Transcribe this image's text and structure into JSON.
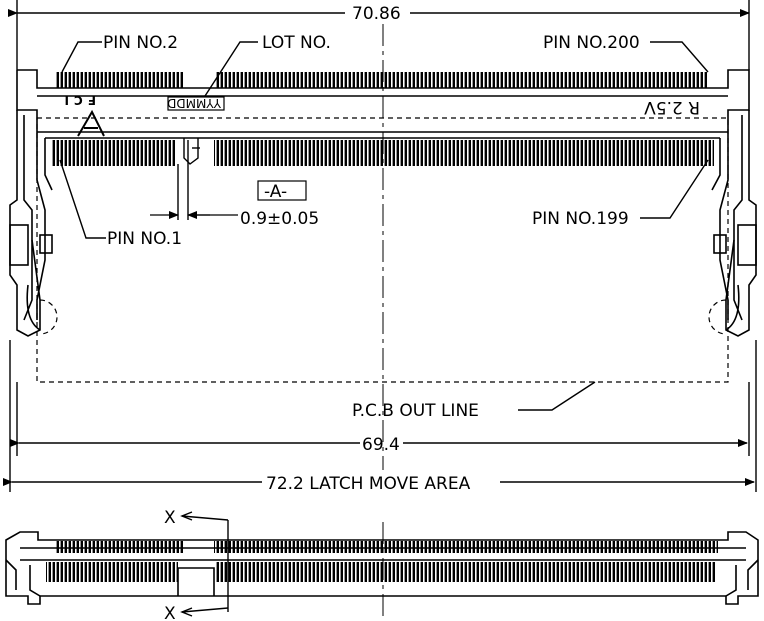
{
  "dimensions": {
    "overall_width": "70.86",
    "pcb_width": "69.4",
    "latch_move_area": "72.2 LATCH MOVE AREA",
    "pin_pitch": "0.9±0.05",
    "datum": "-A-"
  },
  "labels": {
    "pin2": "PIN NO.2",
    "lot": "LOT NO.",
    "pin200": "PIN NO.200",
    "pin1": "PIN NO.1",
    "pin199": "PIN NO.199",
    "pcb_outline": "P.C.B OUT LINE",
    "voltage_mark": "R 2.5V",
    "date_code": "YYMMDD",
    "brand_mark": "FCI",
    "section_x": "X"
  }
}
